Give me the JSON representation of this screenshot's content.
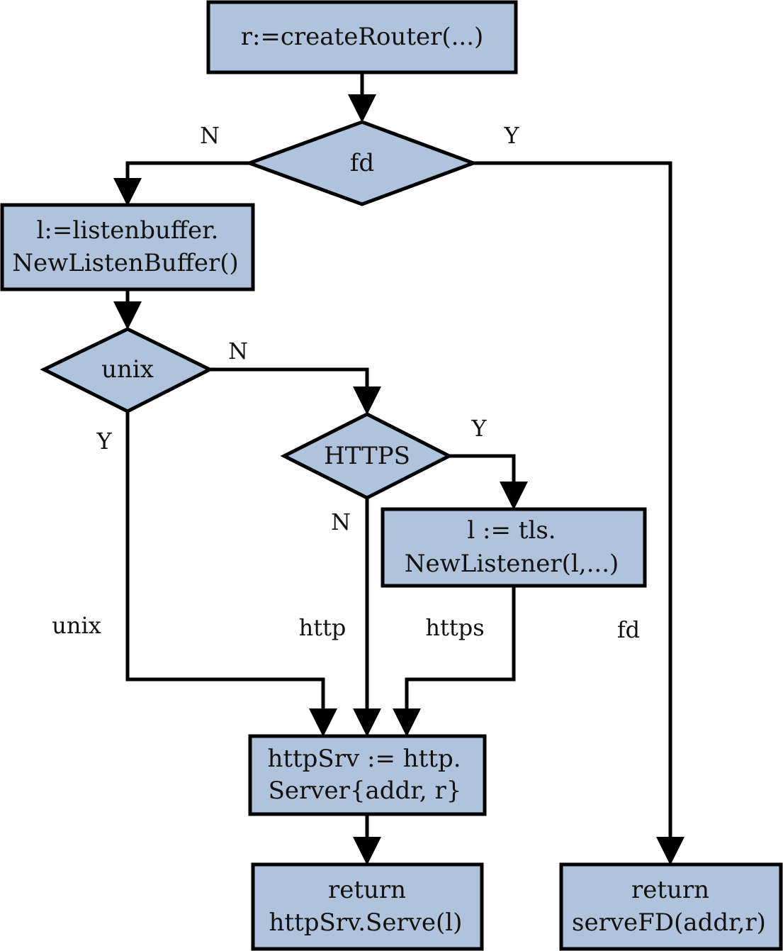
{
  "colors": {
    "fill": "#b0c3dc",
    "stroke": "#000000",
    "text": "#111111"
  },
  "nodes": {
    "create_router": {
      "lines": [
        "r:=createRouter(...)"
      ]
    },
    "fd_decision": {
      "lines": [
        "fd"
      ]
    },
    "listen_buffer": {
      "lines": [
        "l:=listenbuffer.",
        "NewListenBuffer()"
      ]
    },
    "unix_decision": {
      "lines": [
        "unix"
      ]
    },
    "https_decision": {
      "lines": [
        "HTTPS"
      ]
    },
    "tls_listener": {
      "lines": [
        "l := tls.",
        "NewListener(l,...)"
      ]
    },
    "http_server": {
      "lines": [
        "httpSrv := http.",
        "Server{addr, r}"
      ]
    },
    "return_serve": {
      "lines": [
        "return",
        "httpSrv.Serve(l)"
      ]
    },
    "return_servefd": {
      "lines": [
        "return",
        "serveFD(addr,r)"
      ]
    }
  },
  "edge_labels": {
    "fd_no": "N",
    "fd_yes": "Y",
    "unix_no": "N",
    "unix_yes": "Y",
    "https_yes": "Y",
    "https_no": "N",
    "path_unix": "unix",
    "path_http": "http",
    "path_https": "https",
    "path_fd": "fd"
  }
}
